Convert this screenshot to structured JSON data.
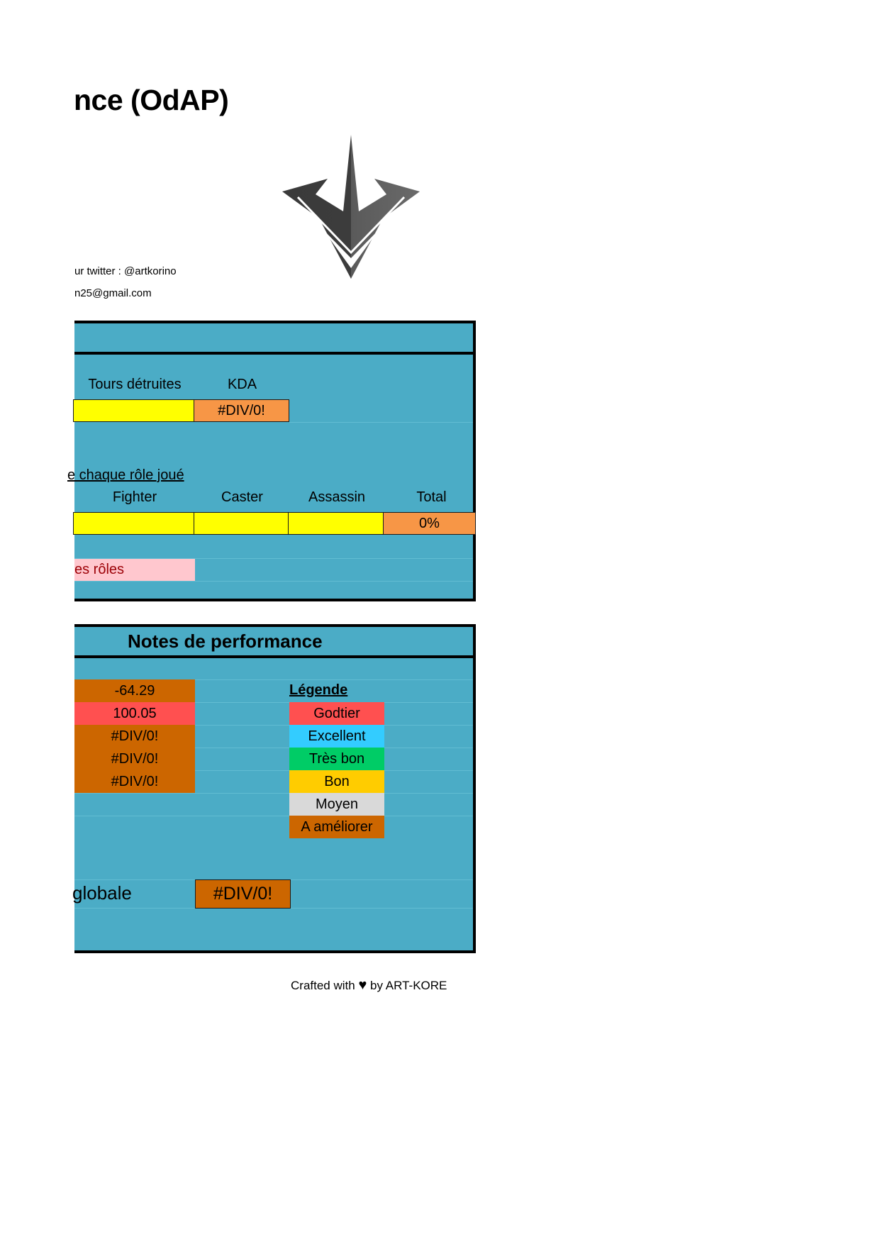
{
  "header": {
    "title_fragment": "nce (OdAP)",
    "twitter_fragment": "ur twitter : @artkorino",
    "email_fragment": "n25@gmail.com"
  },
  "logo": {
    "icon": "arrow-trident-logo-icon",
    "color": "#4a4a4a"
  },
  "stats_panel": {
    "header_text": "",
    "columns": [
      {
        "label": "Tours détruites",
        "value": "",
        "color": "#FFFF00"
      },
      {
        "label": "KDA",
        "value": "#DIV/0!",
        "color": "#F79646"
      }
    ],
    "roles_title_fragment": "e chaque rôle joué",
    "roles": [
      {
        "label": "Fighter",
        "value": "",
        "color": "#FFFF00"
      },
      {
        "label": "Caster",
        "value": "",
        "color": "#FFFF00"
      },
      {
        "label": "Assassin",
        "value": "",
        "color": "#FFFF00"
      },
      {
        "label": "Total",
        "value": "0%",
        "color": "#F79646"
      }
    ],
    "warning_fragment": "es rôles"
  },
  "notes_panel": {
    "title": "Notes de performance",
    "scores": [
      {
        "value": "-64.29",
        "color": "#CC6600"
      },
      {
        "value": "100.05",
        "color": "#FF5050"
      },
      {
        "value": "#DIV/0!",
        "color": "#CC6600"
      },
      {
        "value": "#DIV/0!",
        "color": "#CC6600"
      },
      {
        "value": "#DIV/0!",
        "color": "#CC6600"
      }
    ],
    "legend_title": "Légende",
    "legend": [
      {
        "label": "Godtier",
        "color": "#FF5050"
      },
      {
        "label": "Excellent",
        "color": "#33CCFF"
      },
      {
        "label": "Très bon",
        "color": "#00CC66"
      },
      {
        "label": "Bon",
        "color": "#FFCC00"
      },
      {
        "label": "Moyen",
        "color": "#D9D9D9"
      },
      {
        "label": "A améliorer",
        "color": "#CC6600"
      }
    ],
    "global_label_fragment": "globale",
    "global_value": "#DIV/0!"
  },
  "colors": {
    "panel_bg": "#4BACC6",
    "border": "#000000"
  },
  "footer": {
    "prefix": "Crafted with",
    "heart": "♥",
    "suffix": "by ART-KORE"
  }
}
